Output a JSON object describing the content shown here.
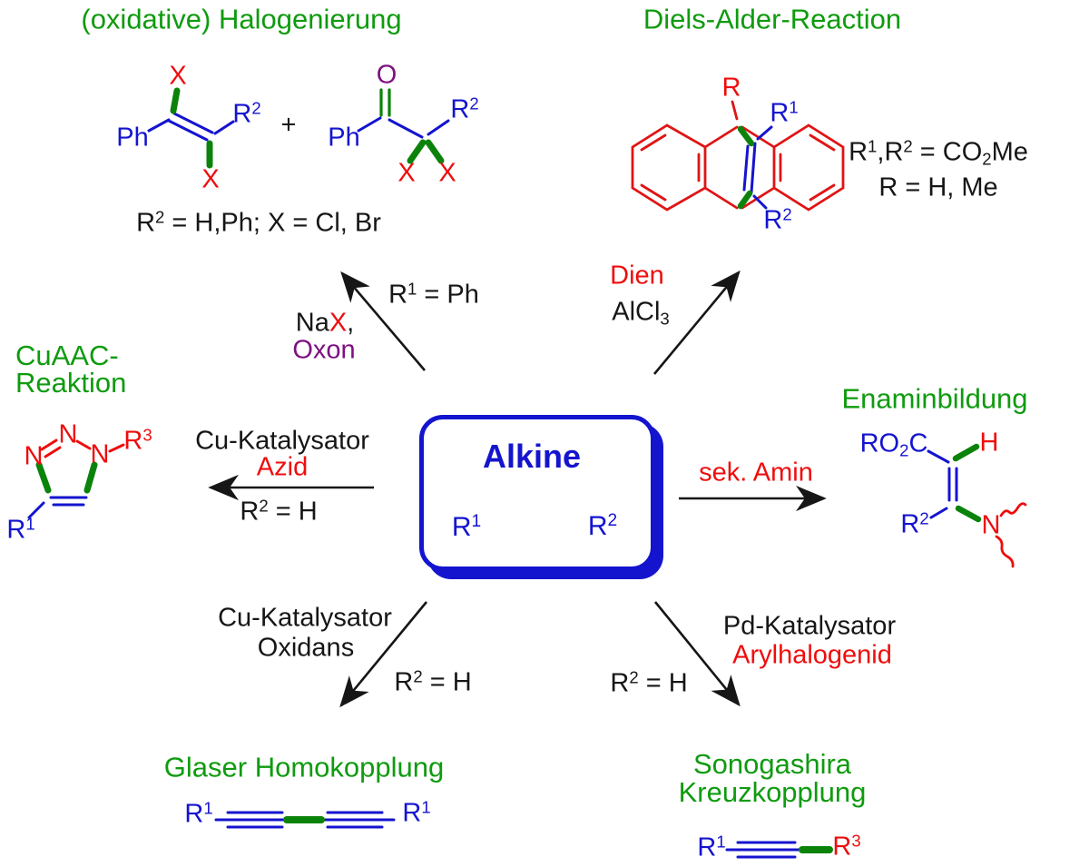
{
  "colors": {
    "green": "#0f9b0f",
    "blue": "#1414cf",
    "red": "#ee0d0d",
    "purple": "#7d1080",
    "black": "#161616",
    "bond_green": "#0b830b"
  },
  "tok": {
    "R": "R",
    "n1": "1",
    "n2": "2",
    "n3": "3"
  },
  "titles": {
    "halogenierung": "(oxidative) Halogenierung",
    "diels_alder": "Diels-Alder-Reaction",
    "cuaac_line1": "CuAAC-",
    "cuaac_line2": "Reaktion",
    "enamin": "Enaminbildung",
    "glaser": "Glaser Homokopplung",
    "sono_line1": "Sonogashira",
    "sono_line2": "Kreuzkopplung"
  },
  "center_box": {
    "title": "Alkine"
  },
  "conditions": {
    "eq_ph": " = Ph",
    "eq_h": " = H",
    "nax_na": "Na",
    "nax_x": "X",
    "nax_comma": ",",
    "oxon": "Oxon",
    "dien": "Dien",
    "alcl": "AlCl",
    "alcl_sub": "3",
    "cu_katalysator": "Cu-Katalysator",
    "azid": "Azid",
    "sek_amin": "sek. Amin",
    "oxidans": "Oxidans",
    "pd_katalysator": "Pd-Katalysator",
    "arylhalogenid": "Arylhalogenid"
  },
  "structures": {
    "ph": "Ph",
    "x": "X",
    "o": "O",
    "n": "N",
    "h": "H",
    "plus": "+",
    "halogenierung_note_rest": " = H,Ph; X = Cl, Br",
    "diels_note_comma": ",",
    "diels_note_eq": " = CO",
    "diels_note_sub": "2",
    "diels_note_me": "Me",
    "diels_note2": "R = H, Me",
    "diels_r": "R",
    "enamine_ester_a": "RO",
    "enamine_ester_sub": "2",
    "enamine_ester_b": "C"
  }
}
